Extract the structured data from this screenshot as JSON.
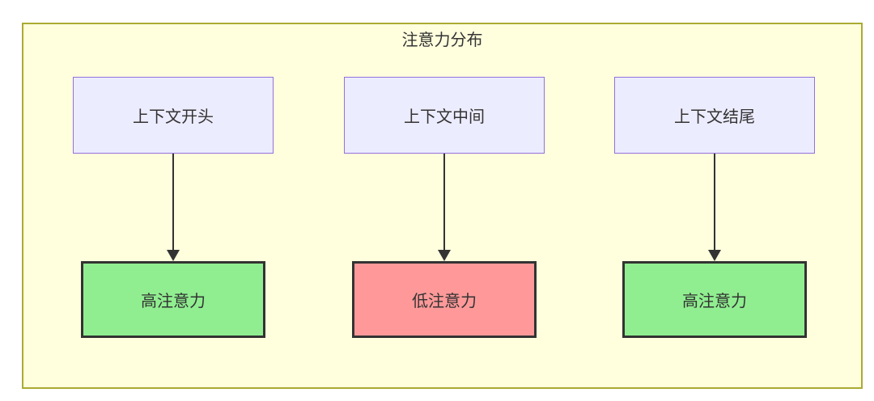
{
  "diagram": {
    "type": "flowchart",
    "title": "注意力分布",
    "container": {
      "fill": "#ffffde",
      "border": "#aaaa33"
    },
    "context_node_style": {
      "fill": "#ececff",
      "border": "#9370db",
      "text": "#333333"
    },
    "arrow_color": "#333333",
    "flows": [
      {
        "source": {
          "label": "上下文开头"
        },
        "target": {
          "label": "高注意力",
          "level": "high",
          "fill": "#90ee90",
          "border": "#333333"
        }
      },
      {
        "source": {
          "label": "上下文中间"
        },
        "target": {
          "label": "低注意力",
          "level": "low",
          "fill": "#ff9999",
          "border": "#333333"
        }
      },
      {
        "source": {
          "label": "上下文结尾"
        },
        "target": {
          "label": "高注意力",
          "level": "high",
          "fill": "#90ee90",
          "border": "#333333"
        }
      }
    ]
  }
}
